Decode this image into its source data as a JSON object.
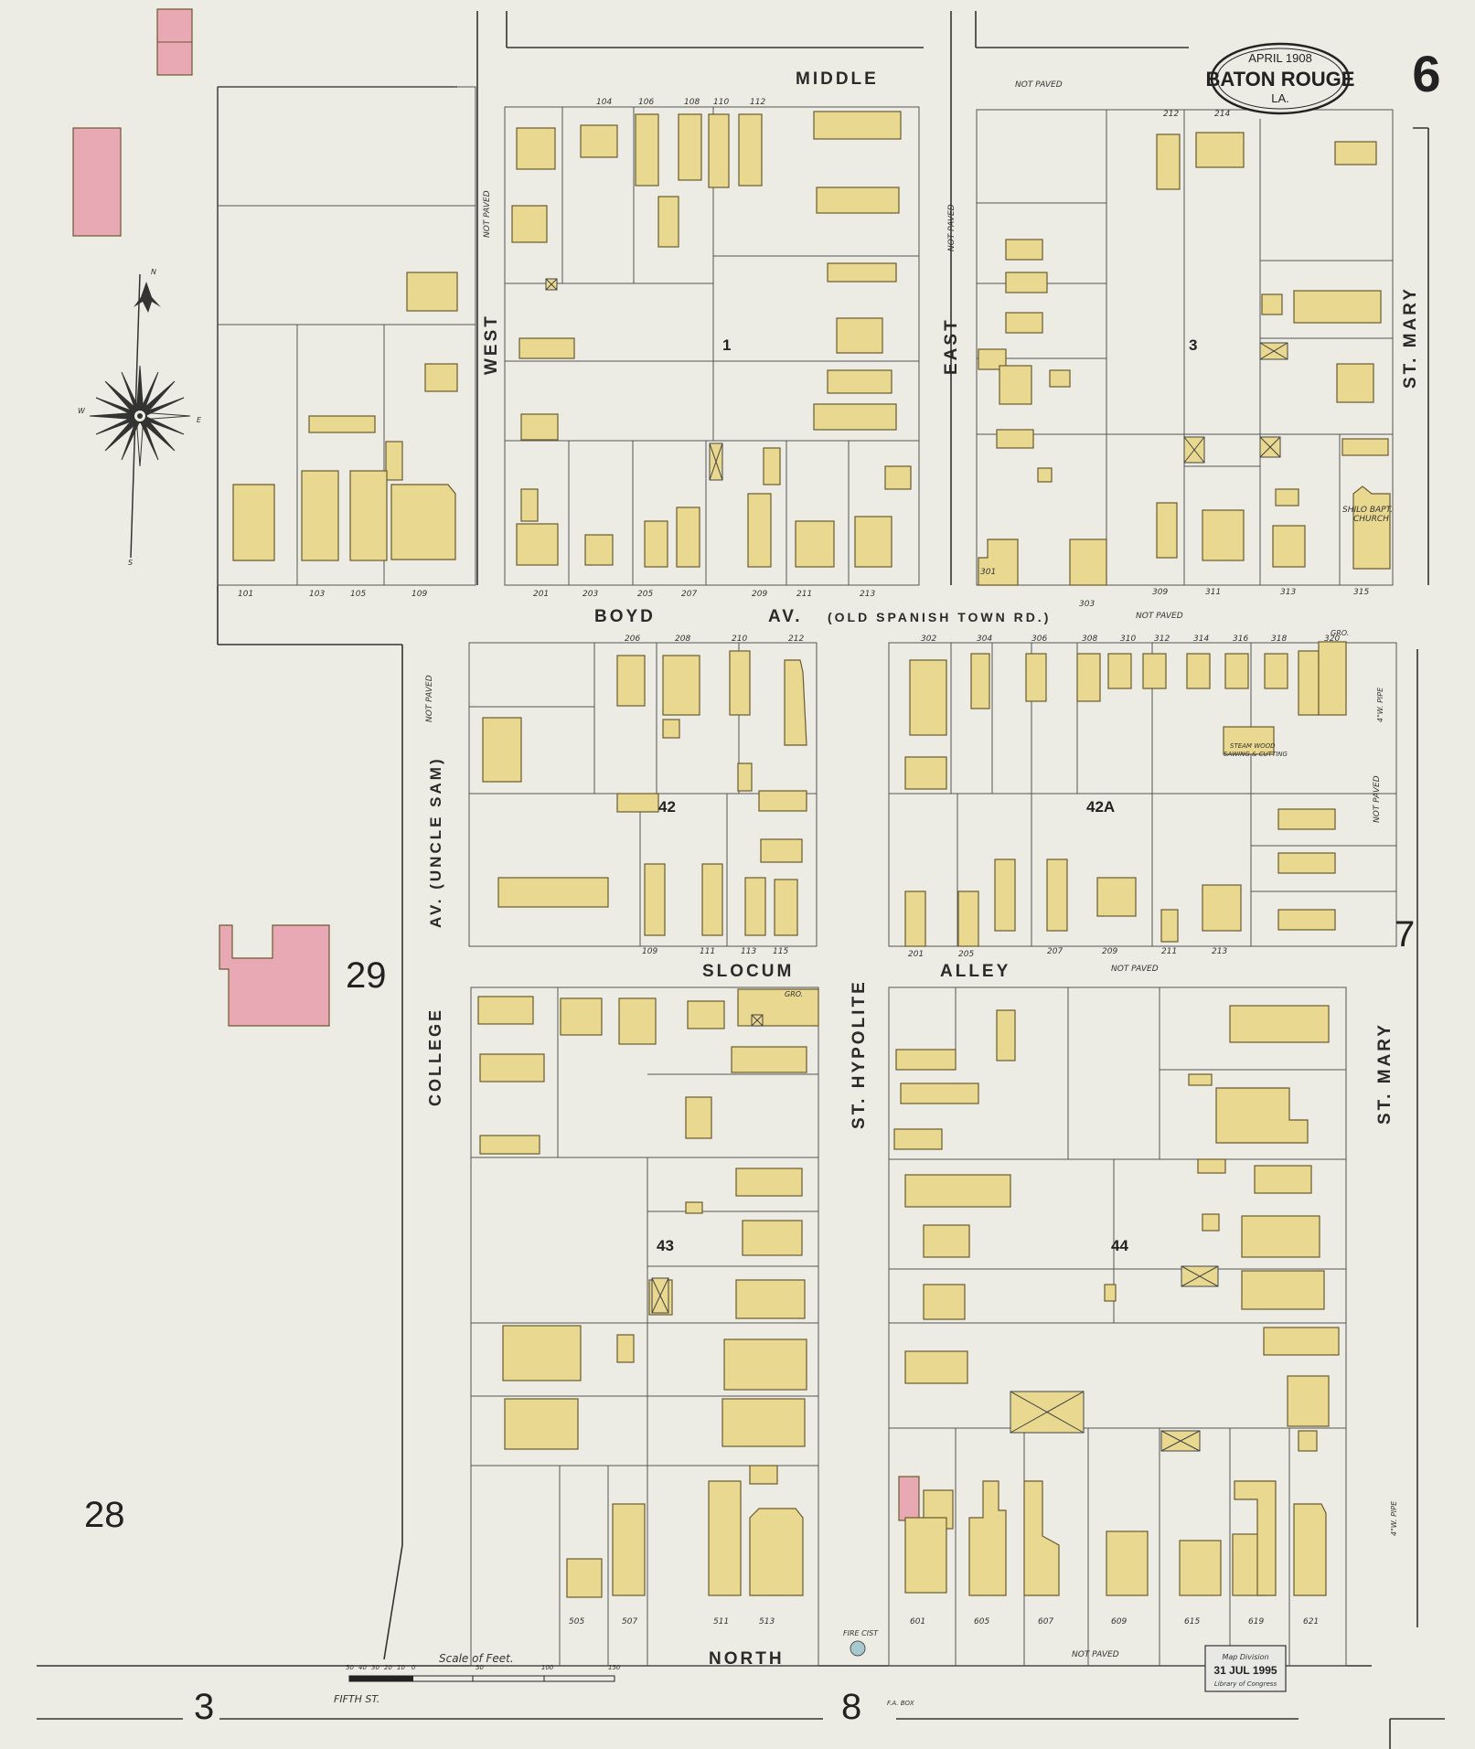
{
  "title": {
    "date": "APRIL 1908",
    "city": "BATON ROUGE",
    "state": "LA.",
    "sheet_number": "6"
  },
  "colors": {
    "paper": "#ecece4",
    "frame": "#b4ad7a",
    "brick": "#e8a8b4",
    "street_line": "#333333"
  },
  "streets": {
    "middle": "MIDDLE",
    "west": "WEST",
    "east": "EAST",
    "st_mary_top": "ST. MARY",
    "st_mary_bottom": "ST. MARY",
    "boyd": "BOYD",
    "boyd_av": "AV.",
    "old_spanish": "(OLD SPANISH TOWN RD.)",
    "college_av": "AV. (UNCLE SAM)",
    "college": "COLLEGE",
    "slocum": "SLOCUM",
    "alley": "ALLEY",
    "st_hypolite": "ST. HYPOLITE",
    "north": "NORTH",
    "fifth": "FIFTH ST."
  },
  "notes": {
    "not_paved_1": "NOT PAVED",
    "not_paved_2": "NOT PAVED",
    "not_paved_3": "NOT PAVED",
    "not_paved_4": "NOT PAVED",
    "not_paved_5": "NOT PAVED",
    "not_paved_6": "NOT PAVED",
    "not_paved_7": "NOT PAVED",
    "not_paved_8": "NOT PAVED",
    "fire_cist": "FIRE CIST",
    "fa_box": "F.A. BOX",
    "church_1": "SHILO BAPT.",
    "church_2": "CHURCH",
    "steam_1": "STEAM WOOD",
    "steam_2": "SAWING & CUTTING",
    "pipe_1": "4\"W. PIPE",
    "pipe_2": "4\"W. PIPE",
    "grocer_1": "GRO.",
    "grocer_2": "GRO."
  },
  "blocks": {
    "b1": "1",
    "b3": "3",
    "b42": "42",
    "b42a": "42A",
    "b43": "43",
    "b44": "44"
  },
  "adjacent_sheets": {
    "s29": "29",
    "s28": "28",
    "s7": "7",
    "s3": "3",
    "s8": "8"
  },
  "scale": {
    "title": "Scale of Feet.",
    "ticks": [
      "50",
      "40",
      "30",
      "20",
      "10",
      "0",
      "50",
      "100",
      "150"
    ]
  },
  "stamp": {
    "line1": "Map Division",
    "line2": "31 JUL 1995",
    "line3": "Library of Congress"
  },
  "compass": {
    "n": "N",
    "s": "S",
    "e": "E",
    "w": "W"
  },
  "addresses": {
    "a101": "101",
    "a103": "103",
    "a105": "105",
    "a109": "109",
    "a201": "201",
    "a203": "203",
    "a205": "205",
    "a207": "207",
    "a209": "209",
    "a211": "211",
    "a213": "213",
    "a301": "301",
    "a303": "303",
    "a309": "309",
    "a311": "311",
    "a313": "313",
    "a315": "315",
    "a104": "104",
    "a106": "106",
    "a108": "108",
    "a110": "110",
    "a112": "112",
    "a206": "206",
    "a208": "208",
    "a210": "210",
    "a212b": "212",
    "a302": "302",
    "a304": "304",
    "a306": "306",
    "a308": "308",
    "a310": "310",
    "a312": "312",
    "a314": "314",
    "a316": "316",
    "a318": "318",
    "a320": "320",
    "a212": "212",
    "a214": "214",
    "a505": "505",
    "a507": "507",
    "a511": "511",
    "a513": "513",
    "a601": "601",
    "a605": "605",
    "a607": "607",
    "a609": "609",
    "a615": "615",
    "a619": "619",
    "a621": "621",
    "a109s": "109",
    "a111s": "111",
    "a113s": "113",
    "a115s": "115",
    "a201s": "201",
    "a205s": "205",
    "a207s": "207",
    "a209s": "209",
    "a211s": "211",
    "a213s": "213"
  }
}
